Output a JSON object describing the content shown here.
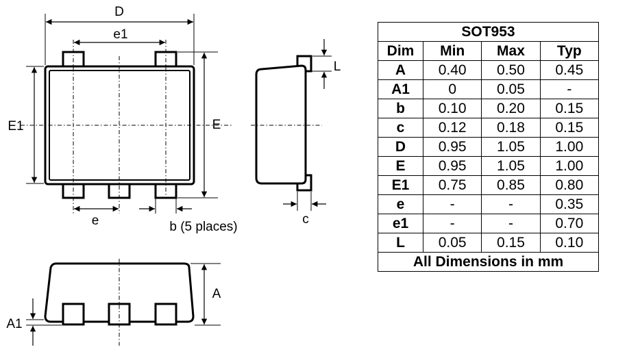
{
  "labels": {
    "D": "D",
    "e1": "e1",
    "E1": "E1",
    "E": "E",
    "e": "e",
    "b": "b (5 places)",
    "L": "L",
    "c": "c",
    "A": "A",
    "A1": "A1"
  },
  "table": {
    "title": "SOT953",
    "headers": [
      "Dim",
      "Min",
      "Max",
      "Typ"
    ],
    "rows": [
      {
        "dim": "A",
        "min": "0.40",
        "max": "0.50",
        "typ": "0.45"
      },
      {
        "dim": "A1",
        "min": "0",
        "max": "0.05",
        "typ": "-"
      },
      {
        "dim": "b",
        "min": "0.10",
        "max": "0.20",
        "typ": "0.15"
      },
      {
        "dim": "c",
        "min": "0.12",
        "max": "0.18",
        "typ": "0.15"
      },
      {
        "dim": "D",
        "min": "0.95",
        "max": "1.05",
        "typ": "1.00"
      },
      {
        "dim": "E",
        "min": "0.95",
        "max": "1.05",
        "typ": "1.00"
      },
      {
        "dim": "E1",
        "min": "0.75",
        "max": "0.85",
        "typ": "0.80"
      },
      {
        "dim": "e",
        "min": "-",
        "max": "-",
        "typ": "0.35"
      },
      {
        "dim": "e1",
        "min": "-",
        "max": "-",
        "typ": "0.70"
      },
      {
        "dim": "L",
        "min": "0.05",
        "max": "0.15",
        "typ": "0.10"
      }
    ],
    "footer": "All Dimensions in mm"
  }
}
